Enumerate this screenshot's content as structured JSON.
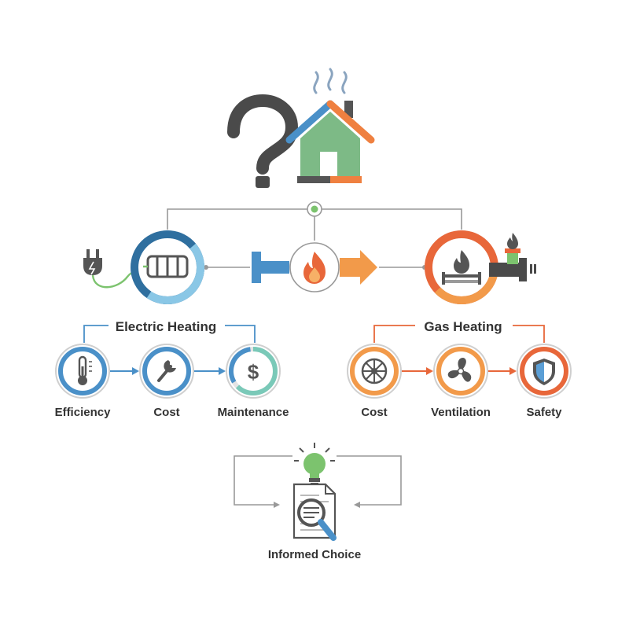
{
  "colors": {
    "electric": "#4a90c8",
    "electric_dark": "#2f6f9f",
    "electric_light": "#8ac7e6",
    "teal": "#7ac9b8",
    "gas": "#e8673a",
    "gas_light": "#f29a4a",
    "green": "#7cc36e",
    "gray": "#555555",
    "line": "#999999"
  },
  "header": {
    "icons": [
      "question-mark-icon",
      "house-icon"
    ]
  },
  "electric": {
    "title": "Electric Heating",
    "main_icon": "plug-radiator-icon",
    "items": [
      {
        "label": "Efficiency",
        "icon": "thermometer-icon"
      },
      {
        "label": "Cost",
        "icon": "wrench-icon"
      },
      {
        "label": "Maintenance",
        "icon": "dollar-icon"
      }
    ]
  },
  "center": {
    "icon": "flame-icon"
  },
  "gas": {
    "title": "Gas Heating",
    "main_icon": "gas-burner-icon",
    "items": [
      {
        "label": "Cost",
        "icon": "vent-icon"
      },
      {
        "label": "Ventilation",
        "icon": "fan-icon"
      },
      {
        "label": "Safety",
        "icon": "shield-icon"
      }
    ]
  },
  "result": {
    "label": "Informed Choice",
    "icon": "lightbulb-document-icon"
  }
}
